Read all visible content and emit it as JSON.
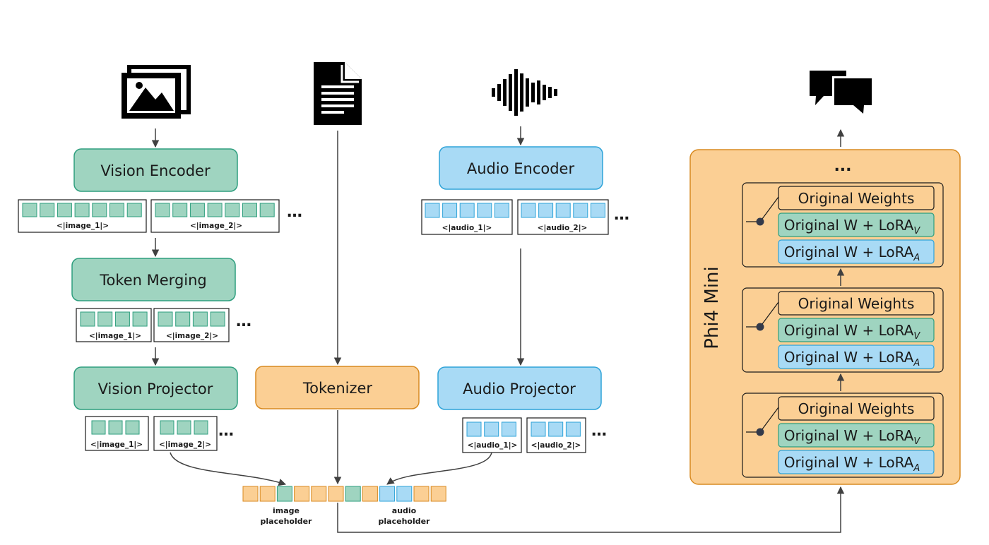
{
  "vision": {
    "encoder_label": "Vision Encoder",
    "merging_label": "Token Merging",
    "projector_label": "Vision Projector",
    "token_1": "<|image_1|>",
    "token_2": "<|image_2|>"
  },
  "text": {
    "tokenizer_label": "Tokenizer"
  },
  "audio": {
    "encoder_label": "Audio Encoder",
    "projector_label": "Audio Projector",
    "token_1": "<|audio_1|>",
    "token_2": "<|audio_2|>"
  },
  "ellipsis": "…",
  "sequence": {
    "cells": [
      "orange",
      "orange",
      "green",
      "orange",
      "orange",
      "orange",
      "green",
      "orange",
      "blue",
      "blue",
      "orange",
      "orange"
    ],
    "image_placeholder": [
      "image",
      "placeholder"
    ],
    "audio_placeholder": [
      "audio",
      "placeholder"
    ]
  },
  "model": {
    "name": "Phi4 Mini",
    "top_ellipsis": "...",
    "layers": [
      {
        "w0": "Original Weights",
        "wv": "Original W + LoRA",
        "wv_sub": "V",
        "wa": "Original W + LoRA",
        "wa_sub": "A"
      },
      {
        "w0": "Original Weights",
        "wv": "Original W + LoRA",
        "wv_sub": "V",
        "wa": "Original W + LoRA",
        "wa_sub": "A"
      },
      {
        "w0": "Original Weights",
        "wv": "Original W + LoRA",
        "wv_sub": "V",
        "wa": "Original W + LoRA",
        "wa_sub": "A"
      }
    ]
  },
  "colors": {
    "green_fill": "#9fd4c0",
    "green_stroke": "#2e9e7e",
    "blue_fill": "#a8daf5",
    "blue_stroke": "#2ea3d8",
    "orange_fill": "#fbcf94",
    "orange_stroke": "#d88a20",
    "arrow": "#404040"
  },
  "icons": [
    "image-gallery-icon",
    "document-icon",
    "audio-waveform-icon",
    "chat-bubbles-icon"
  ]
}
